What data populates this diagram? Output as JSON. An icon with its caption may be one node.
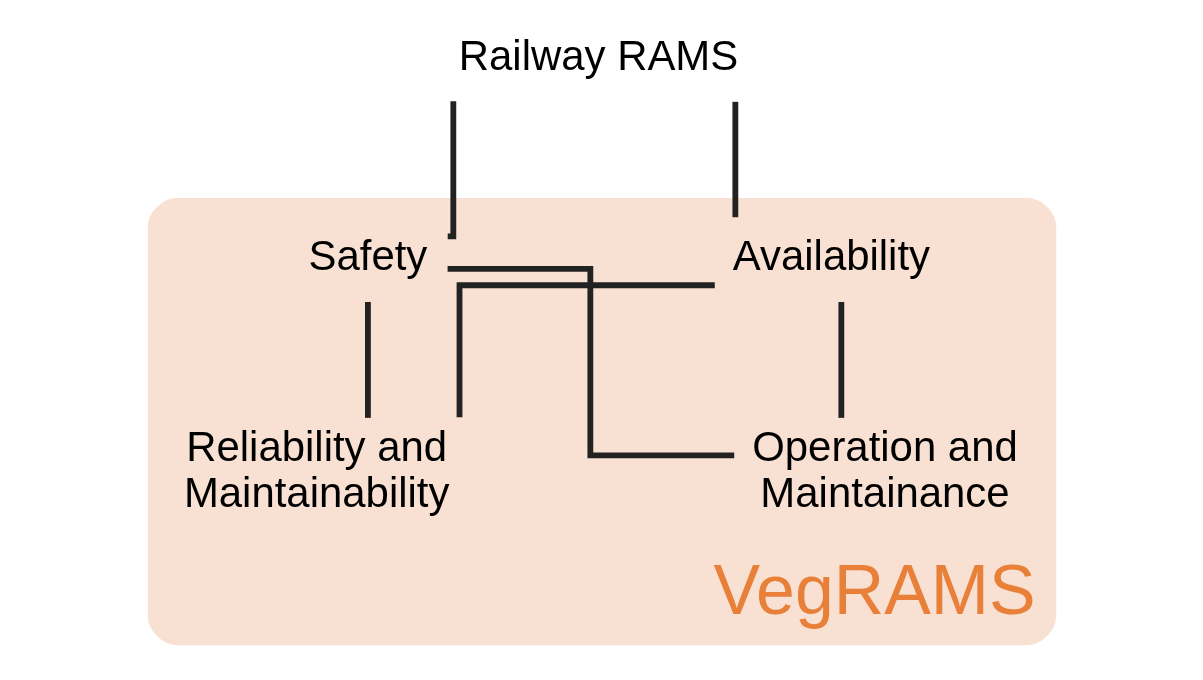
{
  "diagram": {
    "nodes": [
      {
        "text": [
          "Railway RAMS"
        ]
      },
      {
        "text": [
          "VegRAMS"
        ]
      },
      {
        "text": [
          "Safety"
        ],
        "in": 1
      },
      {
        "text": [
          "Availability"
        ],
        "in": 1
      },
      {
        "text": [
          "Reliability and Maintainability"
        ],
        "in": 1
      },
      {
        "text": [
          "Operation and Maintainance"
        ],
        "in": 1
      }
    ],
    "edges": [
      {
        "from": 0,
        "to": 2,
        "arrow": "none"
      },
      {
        "from": 0,
        "to": 3,
        "arrow": "none"
      },
      {
        "from": 2,
        "to": 4,
        "arrow": "none"
      },
      {
        "from": 2,
        "to": 5,
        "arrow": "none"
      },
      {
        "from": 3,
        "to": 4,
        "arrow": "none"
      },
      {
        "from": 3,
        "to": 5,
        "arrow": "none"
      }
    ]
  }
}
